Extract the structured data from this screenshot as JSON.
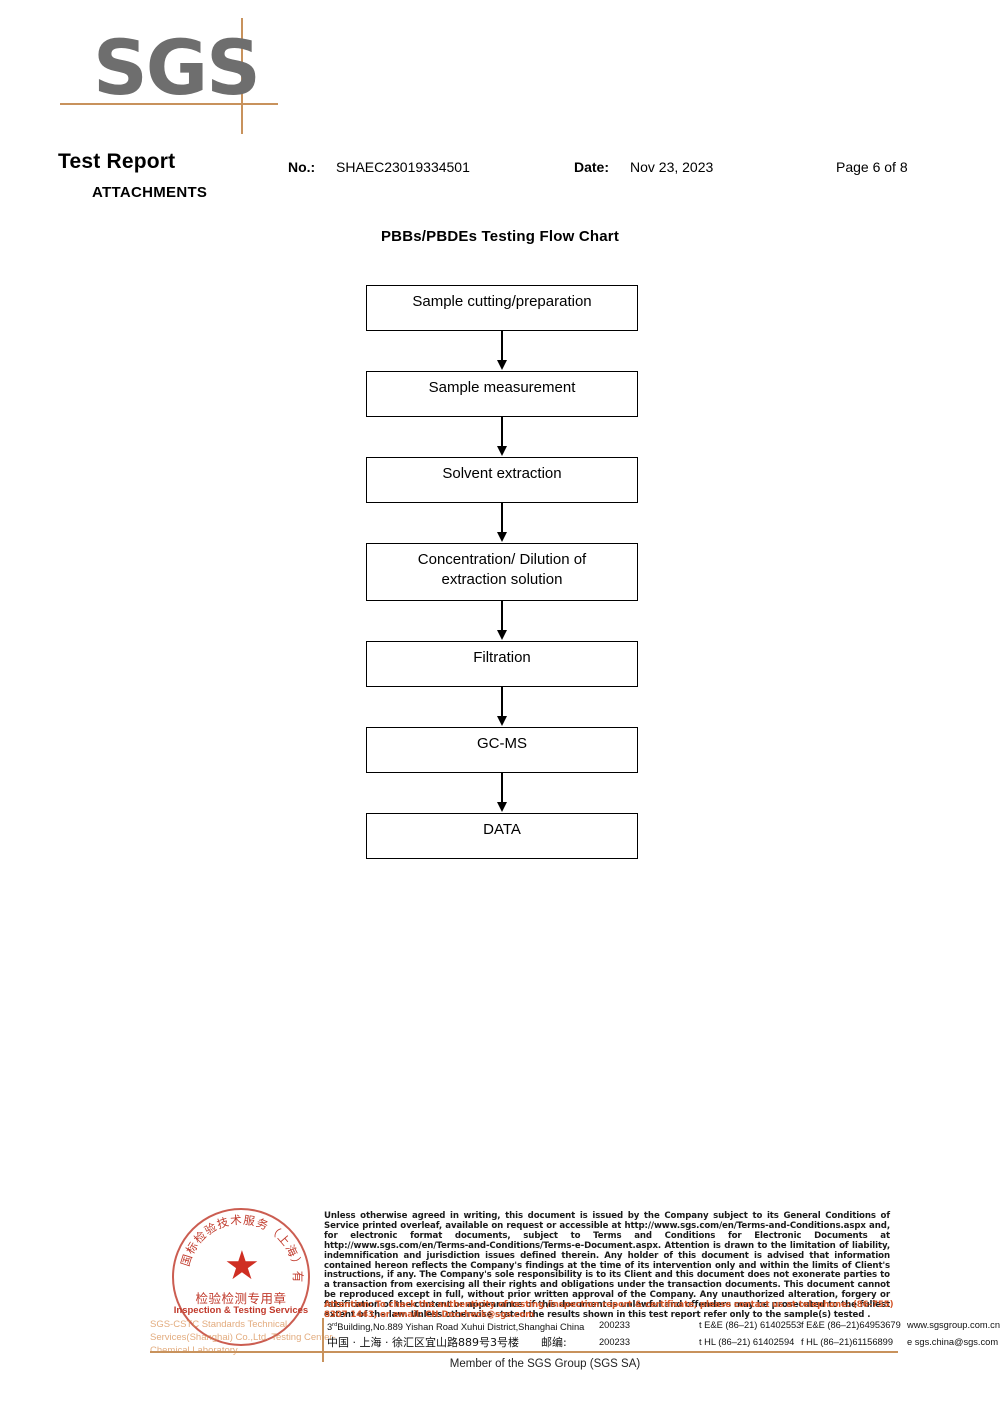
{
  "logo": {
    "brand": "SGS"
  },
  "header": {
    "title": "Test Report",
    "attachments": "ATTACHMENTS",
    "no_label": "No.:",
    "no_value": "SHAEC23019334501",
    "date_label": "Date:",
    "date_value": "Nov 23, 2023",
    "page": "Page 6 of 8"
  },
  "flow": {
    "title": "PBBs/PBDEs Testing Flow Chart",
    "steps": [
      {
        "label": "Sample cutting/preparation",
        "lines": 1
      },
      {
        "label": "Sample measurement",
        "lines": 1
      },
      {
        "label": "Solvent extraction",
        "lines": 1
      },
      {
        "label": "Concentration/ Dilution of\nextraction solution",
        "lines": 2
      },
      {
        "label": "Filtration",
        "lines": 1
      },
      {
        "label": "GC-MS",
        "lines": 1
      },
      {
        "label": "DATA",
        "lines": 1
      }
    ]
  },
  "seal": {
    "chinese_title": "检验检测专用章",
    "english_title": "Inspection & Testing Services",
    "arc_top": "国标检验技术服务（上海）有限公司",
    "star": "★",
    "stamp_company": "SGS-CSTC Standards Technical Services(Shanghai) Co.,Ltd.  Testing Center-Chemical Laboratory"
  },
  "footer": {
    "legal": "Unless otherwise agreed in writing, this document is issued by the Company subject to its General Conditions of Service printed overleaf, available on request or accessible at http://www.sgs.com/en/Terms-and-Conditions.aspx and, for electronic format documents, subject to Terms and Conditions for Electronic Documents at http://www.sgs.com/en/Terms-and-Conditions/Terms-e-Document.aspx. Attention is drawn to the limitation of liability, indemnification and jurisdiction issues defined therein. Any holder of this document is advised that information contained hereon reflects the Company's findings at the time of its intervention only and within the limits of Client's instructions, if any. The Company's sole responsibility is to its Client and this document does not exonerate parties to a transaction from exercising all their rights and obligations under the transaction documents. This document cannot be reproduced except in full, without prior written approval of the Company. Any unauthorized alteration, forgery or falsification of the content or appearance of this document is unlawful and offenders may be prosecuted to the fullest extent of the law. Unless otherwise stated the results shown in this test report refer only to the sample(s) tested .",
    "attention": "Attention: To check the authenticity of testing /inspection report & certificate, please contact us at telephone: (86-755) 8307 1443, or email: CN.Doccheck@sgs.com",
    "address_rows": [
      {
        "address": "Building,No.889 Yishan Road Xuhui District,Shanghai China",
        "address_prefix": "3",
        "address_sup": "rd",
        "zip_label": "",
        "zip": "200233",
        "tel": "t E&E (86–21) 61402553",
        "fax": "f E&E (86–21)64953679",
        "web": "www.sgsgroup.com.cn"
      },
      {
        "address": "中国 · 上海 · 徐汇区宜山路889号3号楼",
        "address_prefix": "",
        "address_sup": "",
        "zip_label": "邮编:",
        "zip": "200233",
        "tel": "t HL (86–21) 61402594",
        "fax": "f HL (86–21)61156899",
        "web": "e  sgs.china@sgs.com"
      }
    ],
    "member": "Member of the SGS Group (SGS SA)"
  },
  "colors": {
    "brand_gray": "#6e6e6e",
    "rule_orange": "#c8925c",
    "attention_orange": "#d4572a",
    "seal_red": "#c0392b"
  }
}
